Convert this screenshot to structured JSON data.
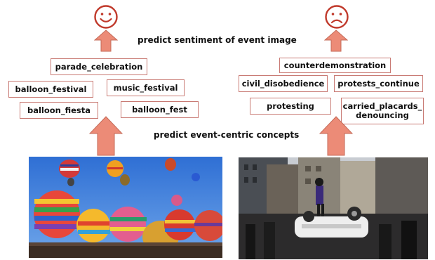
{
  "colors": {
    "accent": "#c0392b",
    "arrow_fill": "#ec8b77",
    "arrow_stroke": "#c46a57",
    "tag_border": "#c97a74"
  },
  "icons": {
    "left_face": "smiley-face-icon",
    "right_face": "frowning-face-icon"
  },
  "labels": {
    "sentiment_caption": "predict sentiment of event image",
    "concepts_caption": "predict event-centric concepts"
  },
  "left_concepts": {
    "parade_celebration": "parade_celebration",
    "balloon_festival": "balloon_festival",
    "music_festival": "music_festival",
    "balloon_fiesta": "balloon_fiesta",
    "balloon_fest": "balloon_fest"
  },
  "right_concepts": {
    "counterdemonstration": "counterdemonstration",
    "civil_disobedience": "civil_disobedience",
    "protests_continue": "protests_continue",
    "protesting": "protesting",
    "carried_placards_line1": "carried_placards_",
    "carried_placards_line2": "denouncing"
  },
  "images": {
    "left": "hot-air-balloon-festival-photo",
    "right": "protest-overturned-car-photo"
  }
}
